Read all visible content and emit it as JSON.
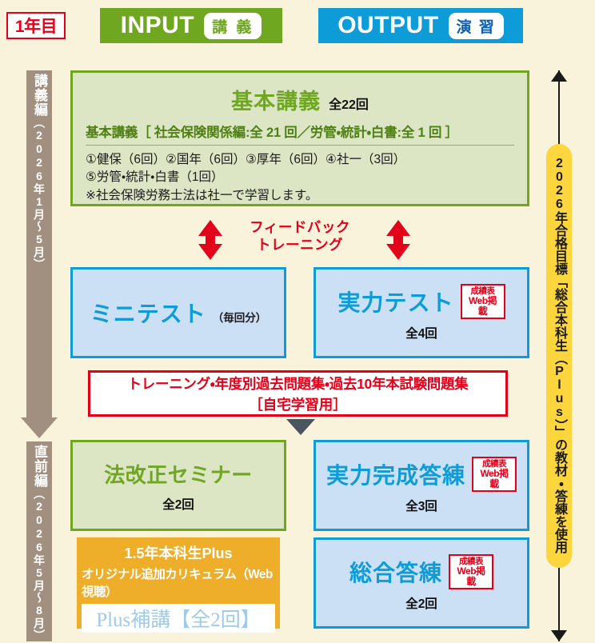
{
  "header": {
    "year_badge": "1年目",
    "input": {
      "title": "INPUT",
      "pill": "講 義"
    },
    "output": {
      "title": "OUTPUT",
      "pill": "演 習"
    }
  },
  "phases": [
    {
      "name": "講義編",
      "period": "（2026年1月～5月）"
    },
    {
      "name": "直前編",
      "period": "（2026年5月～8月）"
    }
  ],
  "goal": {
    "text": "2026年合格目標「総合本科生（Plus）」の教材・答練を使用"
  },
  "basic_lecture": {
    "title": "基本講義",
    "count": "全22回",
    "subtitle": "基本講義［ 社会保険関係編:全 21 回／労管・統計・白書:全 1 回 ］",
    "lines": [
      "①健保（6回）②国年（6回）③厚年（6回）④社一（3回）",
      "⑤労管・統計・白書（1回）",
      "※社会保険労務士法は社一で学習します。"
    ]
  },
  "feedback": {
    "line1": "フィードバック",
    "line2": "トレーニング"
  },
  "mini_test": {
    "title": "ミニテスト",
    "note": "（毎回分）"
  },
  "jitsuryoku_test": {
    "title": "実力テスト",
    "count": "全4回"
  },
  "training_box": {
    "line1": "トレーニング・年度別過去問題集・過去10年本試験問題集",
    "line2": "［自宅学習用］"
  },
  "hokaisei_seminar": {
    "title": "法改正セミナー",
    "count": "全2回"
  },
  "jitsuryoku_kansei": {
    "title": "実力完成答練",
    "count": "全3回"
  },
  "plus_box": {
    "line1": "1.5年本科生Plus",
    "line2": "オリジナル追加カリキュラム（Web視聴）",
    "inner": "Plus補講【全2回】"
  },
  "sogo_touren": {
    "title": "総合答練",
    "count": "全2回"
  },
  "web_badge": {
    "line1": "成績表",
    "line2": "Web掲載"
  },
  "colors": {
    "background": "#faf3dc",
    "green": "#6fa721",
    "green_fill": "#dce6c5",
    "blue": "#0d9cd8",
    "blue_fill": "#cbe0f5",
    "red": "#e2001a",
    "orange": "#efae29",
    "yellow": "#fcd63c",
    "brown": "#a1907f",
    "gray_arrow": "#4a5560"
  }
}
